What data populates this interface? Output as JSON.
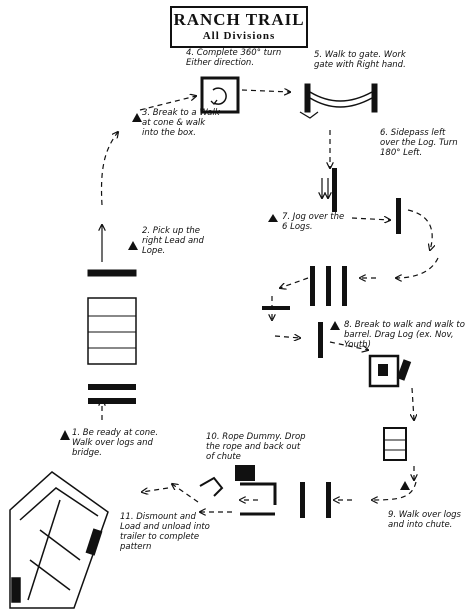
{
  "title": "RANCH TRAIL",
  "subtitle": "All Divisions",
  "steps": {
    "s1": "1. Be ready at cone. Walk over logs and bridge.",
    "s2": "2. Pick up the right Lead and Lope.",
    "s3": "3. Break to a Walk at cone & walk into the box.",
    "s4": "4. Complete 360° turn Either direction.",
    "s5": "5. Walk to gate. Work gate with Right hand.",
    "s6": "6. Sidepass left over the Log. Turn 180° Left.",
    "s7": "7. Jog over the 6 Logs.",
    "s8": "8. Break to walk and walk to barrel. Drag Log (ex. Nov, Youth)",
    "s9": "9. Walk over logs and into chute.",
    "s10": "10. Rope Dummy. Drop the rope and back out of chute",
    "s11": "11. Dismount and Load and unload into trailer to complete pattern"
  }
}
